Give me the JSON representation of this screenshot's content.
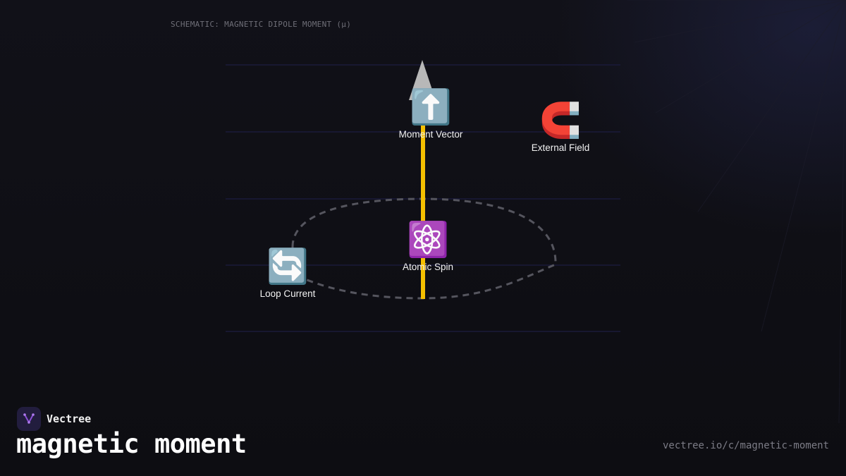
{
  "caption": "SCHEMATIC: MAGNETIC DIPOLE MOMENT (µ)",
  "nodes": {
    "moment_vector": {
      "icon": "⬆️",
      "icon_name": "up-arrow-icon",
      "label": "Moment Vector"
    },
    "external_field": {
      "icon": "🧲",
      "icon_name": "magnet-icon",
      "label": "External Field"
    },
    "atomic_spin": {
      "icon": "⚛️",
      "icon_name": "atom-icon",
      "label": "Atomic Spin"
    },
    "loop_current": {
      "icon": "🔄",
      "icon_name": "loop-arrows-icon",
      "label": "Loop Current"
    }
  },
  "colors": {
    "vector": "#f5c000",
    "arrowhead": "#b8b8b8",
    "loop": "#55555e",
    "grid": "#1a1a3a",
    "accent": "#8b4fd6"
  },
  "brand": {
    "name": "Vectree"
  },
  "title": "magnetic moment",
  "url": "vectree.io/c/magnetic-moment"
}
